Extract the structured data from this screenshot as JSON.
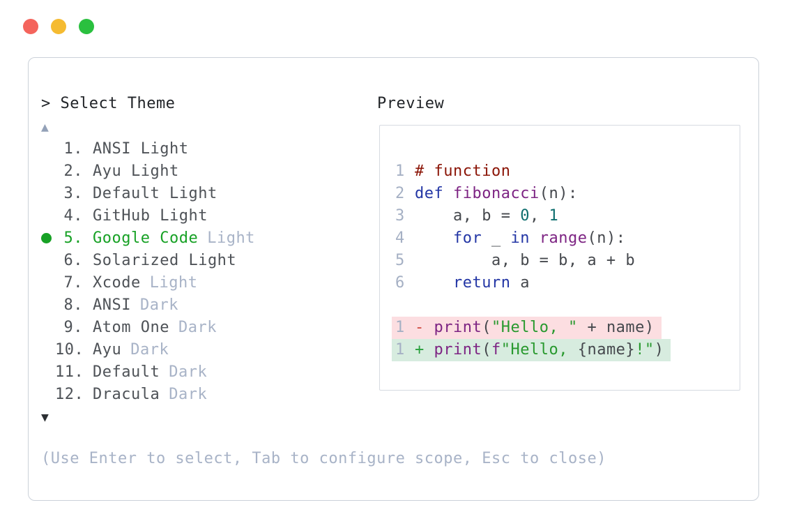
{
  "window": {
    "controls": [
      {
        "name": "close",
        "color": "#f4645c"
      },
      {
        "name": "minimize",
        "color": "#f5bb31"
      },
      {
        "name": "zoom",
        "color": "#2ac03f"
      }
    ]
  },
  "selector": {
    "prompt": "> Select Theme",
    "scroll_up": "▲",
    "scroll_down": "▼",
    "selected_color": "#17a125",
    "items": [
      {
        "number": "1.",
        "name": "ANSI Light",
        "tag": "",
        "selected": false
      },
      {
        "number": "2.",
        "name": "Ayu Light",
        "tag": "",
        "selected": false
      },
      {
        "number": "3.",
        "name": "Default Light",
        "tag": "",
        "selected": false
      },
      {
        "number": "4.",
        "name": "GitHub Light",
        "tag": "",
        "selected": false
      },
      {
        "number": "5.",
        "name": "Google Code",
        "tag": "Light",
        "selected": true
      },
      {
        "number": "6.",
        "name": "Solarized Light",
        "tag": "",
        "selected": false
      },
      {
        "number": "7.",
        "name": "Xcode",
        "tag": "Light",
        "selected": false
      },
      {
        "number": "8.",
        "name": "ANSI",
        "tag": "Dark",
        "selected": false
      },
      {
        "number": "9.",
        "name": "Atom One",
        "tag": "Dark",
        "selected": false
      },
      {
        "number": "10.",
        "name": "Ayu",
        "tag": "Dark",
        "selected": false
      },
      {
        "number": "11.",
        "name": "Default",
        "tag": "Dark",
        "selected": false
      },
      {
        "number": "12.",
        "name": "Dracula",
        "tag": "Dark",
        "selected": false
      }
    ],
    "help_text": "(Use Enter to select, Tab to configure scope, Esc to close)"
  },
  "preview": {
    "title": "Preview",
    "syntax_colors": {
      "comment": "#8b1507",
      "keyword": "#2336a5",
      "function": "#7d2483",
      "number": "#0d6e6e",
      "string": "#28992e",
      "plain": "#45484d",
      "diff_minus": "#cf4a3f",
      "diff_plus": "#28a03c",
      "removed_bg": "#fcdee1",
      "added_bg": "#d7ecdf"
    },
    "lines": [
      {
        "num": "1",
        "bg": "none",
        "tokens": [
          {
            "c": "com",
            "t": "# function"
          }
        ]
      },
      {
        "num": "2",
        "bg": "none",
        "tokens": [
          {
            "c": "kw",
            "t": "def"
          },
          {
            "c": "plain",
            "t": " "
          },
          {
            "c": "fn",
            "t": "fibonacci"
          },
          {
            "c": "plain",
            "t": "(n):"
          }
        ]
      },
      {
        "num": "3",
        "bg": "none",
        "tokens": [
          {
            "c": "plain",
            "t": "    a, b = "
          },
          {
            "c": "num",
            "t": "0"
          },
          {
            "c": "plain",
            "t": ", "
          },
          {
            "c": "num",
            "t": "1"
          }
        ]
      },
      {
        "num": "4",
        "bg": "none",
        "tokens": [
          {
            "c": "plain",
            "t": "    "
          },
          {
            "c": "kw",
            "t": "for"
          },
          {
            "c": "plain",
            "t": " _ "
          },
          {
            "c": "kw",
            "t": "in"
          },
          {
            "c": "plain",
            "t": " "
          },
          {
            "c": "fn",
            "t": "range"
          },
          {
            "c": "plain",
            "t": "(n):"
          }
        ]
      },
      {
        "num": "5",
        "bg": "none",
        "tokens": [
          {
            "c": "plain",
            "t": "        a, b = b, a + b"
          }
        ]
      },
      {
        "num": "6",
        "bg": "none",
        "tokens": [
          {
            "c": "plain",
            "t": "    "
          },
          {
            "c": "kw",
            "t": "return"
          },
          {
            "c": "plain",
            "t": " a"
          }
        ]
      },
      {
        "num": "",
        "bg": "none",
        "tokens": []
      },
      {
        "num": "1",
        "bg": "removed",
        "tokens": [
          {
            "c": "minus",
            "t": "- "
          },
          {
            "c": "fn",
            "t": "print"
          },
          {
            "c": "plain",
            "t": "("
          },
          {
            "c": "str",
            "t": "\"Hello, \""
          },
          {
            "c": "plain",
            "t": " + name)"
          }
        ]
      },
      {
        "num": "1",
        "bg": "added",
        "tokens": [
          {
            "c": "plus",
            "t": "+ "
          },
          {
            "c": "fn",
            "t": "print"
          },
          {
            "c": "plain",
            "t": "("
          },
          {
            "c": "fn",
            "t": "f"
          },
          {
            "c": "str",
            "t": "\"Hello, "
          },
          {
            "c": "plain",
            "t": "{name}"
          },
          {
            "c": "str",
            "t": "!\""
          },
          {
            "c": "plain",
            "t": ")"
          }
        ]
      }
    ]
  }
}
